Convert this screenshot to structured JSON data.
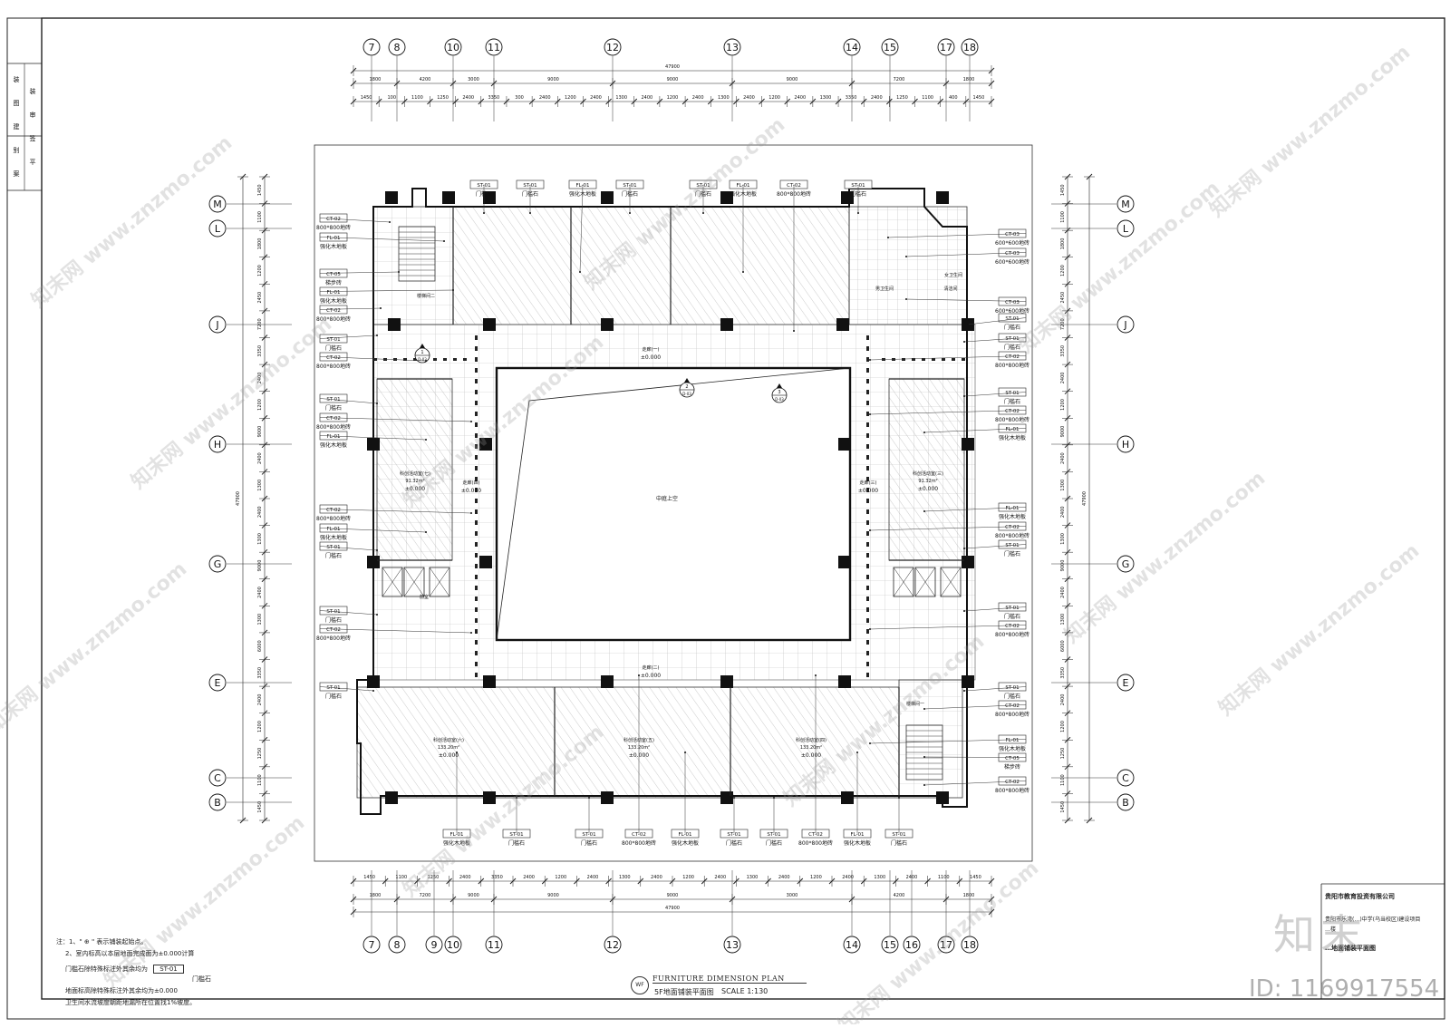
{
  "grid": {
    "top_axes": [
      "7",
      "8",
      "10",
      "11",
      "12",
      "13",
      "14",
      "15",
      "17",
      "18"
    ],
    "bottom_axes": [
      "7",
      "8",
      "9",
      "10",
      "11",
      "12",
      "13",
      "14",
      "15",
      "16",
      "17",
      "18"
    ],
    "side_axes": [
      "M",
      "L",
      "J",
      "H",
      "G",
      "E",
      "C",
      "B"
    ]
  },
  "dims": {
    "total": "47900",
    "top_row2": [
      "1800",
      "4200",
      "3000",
      "9000",
      "9000",
      "9000",
      "7200",
      "1800"
    ],
    "top_row3": [
      "1450",
      "100",
      "1100",
      "1250",
      "2400",
      "3350",
      "300",
      "2400",
      "1200",
      "2400",
      "1300",
      "2400",
      "1200",
      "2400",
      "1300",
      "2400",
      "1200",
      "2400",
      "1300",
      "3350",
      "2400",
      "1250",
      "1100",
      "400",
      "1450"
    ],
    "bottom_row1": [
      "1450",
      "1100",
      "1250",
      "2400",
      "3350",
      "2400",
      "1200",
      "2400",
      "1300",
      "2400",
      "1200",
      "2400",
      "1300",
      "2400",
      "1200",
      "2400",
      "1300",
      "2400",
      "1100",
      "1450"
    ],
    "bottom_row2": [
      "1800",
      "7200",
      "9000",
      "9000",
      "9000",
      "3000",
      "4200",
      "1800"
    ],
    "side": [
      "1450",
      "1100",
      "1800",
      "1200",
      "2450",
      "7200",
      "3350",
      "2400",
      "1200",
      "9000",
      "2400",
      "1300",
      "2400",
      "1300",
      "9000",
      "2400",
      "1300",
      "6000",
      "3350",
      "2400",
      "1200",
      "1250",
      "1100",
      "1450"
    ],
    "side_total": "47900"
  },
  "rooms": {
    "void": "中庭上空",
    "corridor": "走廊(一)",
    "corridor_elev": "±0.000",
    "corridor_w": "走廊(四)",
    "corridor_e": "走廊(三)",
    "corridor_s": "走廊(二)",
    "room_w": "科创活动室(七)",
    "room_w_area": "91.32m²",
    "room_e": "科创活动室(三)",
    "room_e_area": "91.32m²",
    "room_s1": "科创活动室(六)",
    "room_s1_area": "133.20m²",
    "room_s2": "科创活动室(五)",
    "room_s2_area": "133.20m²",
    "room_s3": "科创活动室(四)",
    "room_s3_area": "133.20m²",
    "elev": "±0.000",
    "stair_nw": "楼梯间二",
    "stair_se": "楼梯间一",
    "elevator": "前室",
    "toilet_m": "男卫生间",
    "toilet_f": "女卫生间",
    "cleaning": "清洁间"
  },
  "tags": {
    "st": "ST-01",
    "st_desc": "门槛石",
    "fl": "FL-01",
    "fl_desc": "强化木地板",
    "ct02": "CT-02",
    "ct02_desc": "800*800地砖",
    "ct03": "CT-03",
    "ct03_desc": "600*600地砖",
    "ct05": "CT-05",
    "ct05_desc": "梯步砖"
  },
  "section_marks": [
    {
      "num": "1",
      "ref": "D-03"
    },
    {
      "num": "2",
      "ref": "D-03"
    },
    {
      "num": "3",
      "ref": "D-03"
    }
  ],
  "notes": {
    "line1": "注：1、\" ⊕ \" 表示铺装起始点。",
    "line2": "2、室内标高以本层地面完成面为±0.000计算",
    "line3": "门槛石除特殊标注外其余均为",
    "line3_tag": "ST-01",
    "line3_desc": "门槛石",
    "line4": "地面标高除特殊标注外其余均为±0.000",
    "line5": "卫生间水流坡度朝距地漏所在位置找1%坡度。"
  },
  "title": {
    "symbol": "WF",
    "english": "FURNITURE  DIMENSION  PLAN",
    "chinese": "5F地面铺装平面图",
    "scale": "SCALE 1:130"
  },
  "titleblock": {
    "company": "贵阳市教育投资有限公司",
    "project": "贵阳市乐湾(…)中学(乌当校区)建设项目",
    "project2": "…楼",
    "drawing": "…地面铺装平面图",
    "left_labels": [
      "装",
      "装",
      "图",
      "审",
      "建",
      "签",
      "别",
      "平",
      "案"
    ]
  },
  "watermark": {
    "site": "知末网 www.znzmo.com",
    "logo": "知末",
    "id": "ID: 1169917554"
  }
}
